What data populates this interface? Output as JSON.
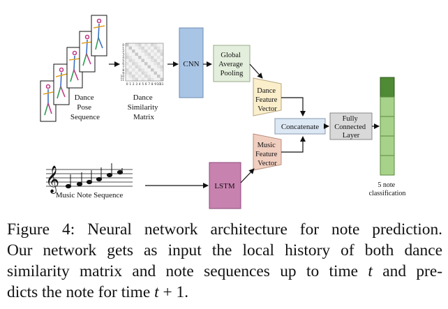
{
  "figure": {
    "dance_pose_sequence_label": [
      "Dance",
      "Pose",
      "Sequence"
    ],
    "dance_similarity_matrix_label": [
      "Dance",
      "Similarity",
      "Matrix"
    ],
    "matrix_ticks": [
      "0",
      "1",
      "2",
      "3",
      "4",
      "5",
      "6",
      "7",
      "8",
      "9",
      "10",
      "11"
    ],
    "cnn_label": "CNN",
    "global_pool_label": [
      "Global",
      "Average",
      "Pooling"
    ],
    "dance_feature_label": [
      "Dance",
      "Feature",
      "Vector"
    ],
    "music_feature_label": [
      "Music",
      "Feature",
      "Vector"
    ],
    "concatenate_label": "Concatenate",
    "fc_label": [
      "Fully",
      "Connected",
      "Layer"
    ],
    "lstm_label": "LSTM",
    "music_note_sequence_label": "Music Note Sequence",
    "output_label": [
      "5 note",
      "classification"
    ],
    "colors": {
      "cnn": "#a9c5e6",
      "pool": "#e3efdc",
      "dance_feature": "#fbeecb",
      "music_feature": "#f1cfc0",
      "concatenate": "#dde8f5",
      "fc": "#d9d9d9",
      "lstm": "#c882b0",
      "output_top": "#4f8a34",
      "output_rest": "#a6d389"
    }
  },
  "caption": {
    "line1": "Figure 4:  Neural network architecture for note prediction.",
    "line2": "Our network gets as input the local history of both dance",
    "line3_pre": "similarity matrix and note sequences up to time ",
    "line3_var": "t",
    "line3_post": " and pre-",
    "line4_pre": "dicts the note for time ",
    "line4_var": "t",
    "line4_post": " + 1."
  }
}
